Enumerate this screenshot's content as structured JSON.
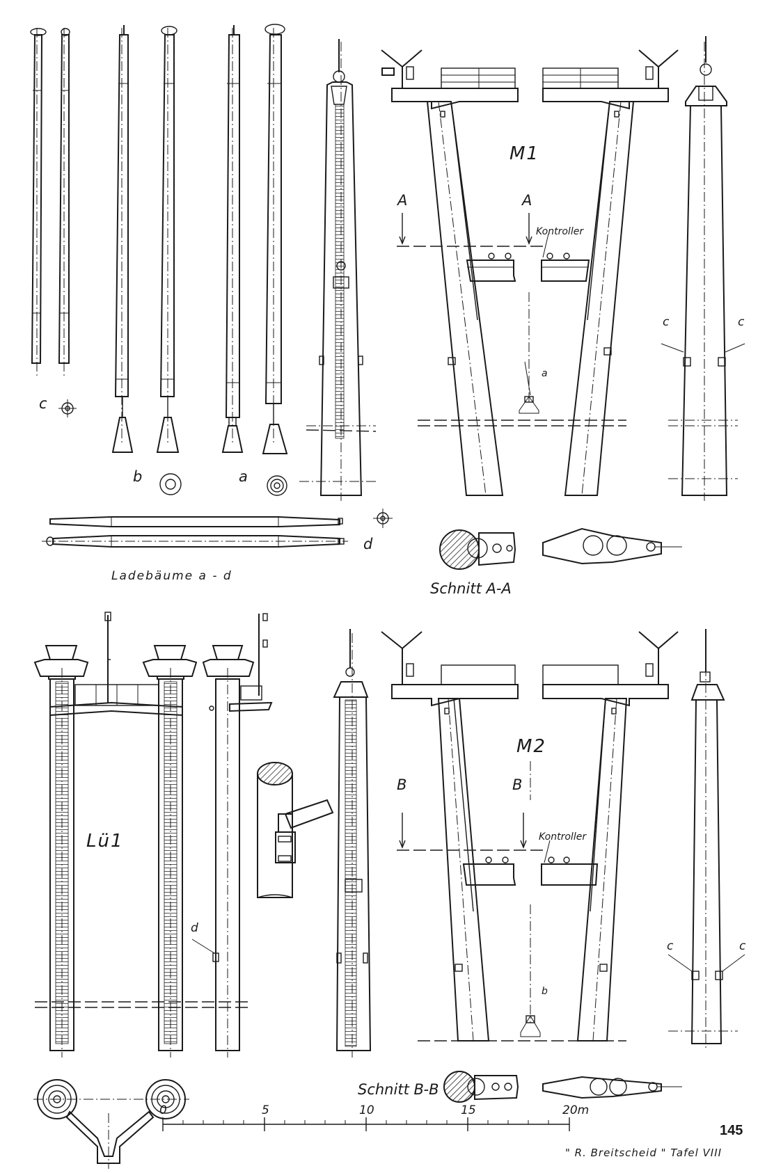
{
  "labels": {
    "c": "c",
    "b": "b",
    "a": "a",
    "d": "d",
    "booms_caption": "Ladebäume   a - d",
    "m1": "M1",
    "m2": "M2",
    "lu1": "Lü1",
    "section_a_left": "A",
    "section_a_right": "A",
    "section_b_left": "B",
    "section_b_right": "B",
    "controller_top": "Kontroller",
    "controller_bottom": "Kontroller",
    "section_aa": "Schnitt A-A",
    "section_bb": "Schnitt B-B",
    "detail_a": "a",
    "detail_b": "b",
    "c_left_top": "c",
    "c_right_top": "c",
    "c_left_bottom": "c",
    "c_right_bottom": "c",
    "d_mast": "d"
  },
  "scale": {
    "ticks": [
      "0",
      "5",
      "10",
      "15",
      "20m"
    ]
  },
  "page_number": "145",
  "plate": "\" R. Breitscheid \"   Tafel VIII"
}
